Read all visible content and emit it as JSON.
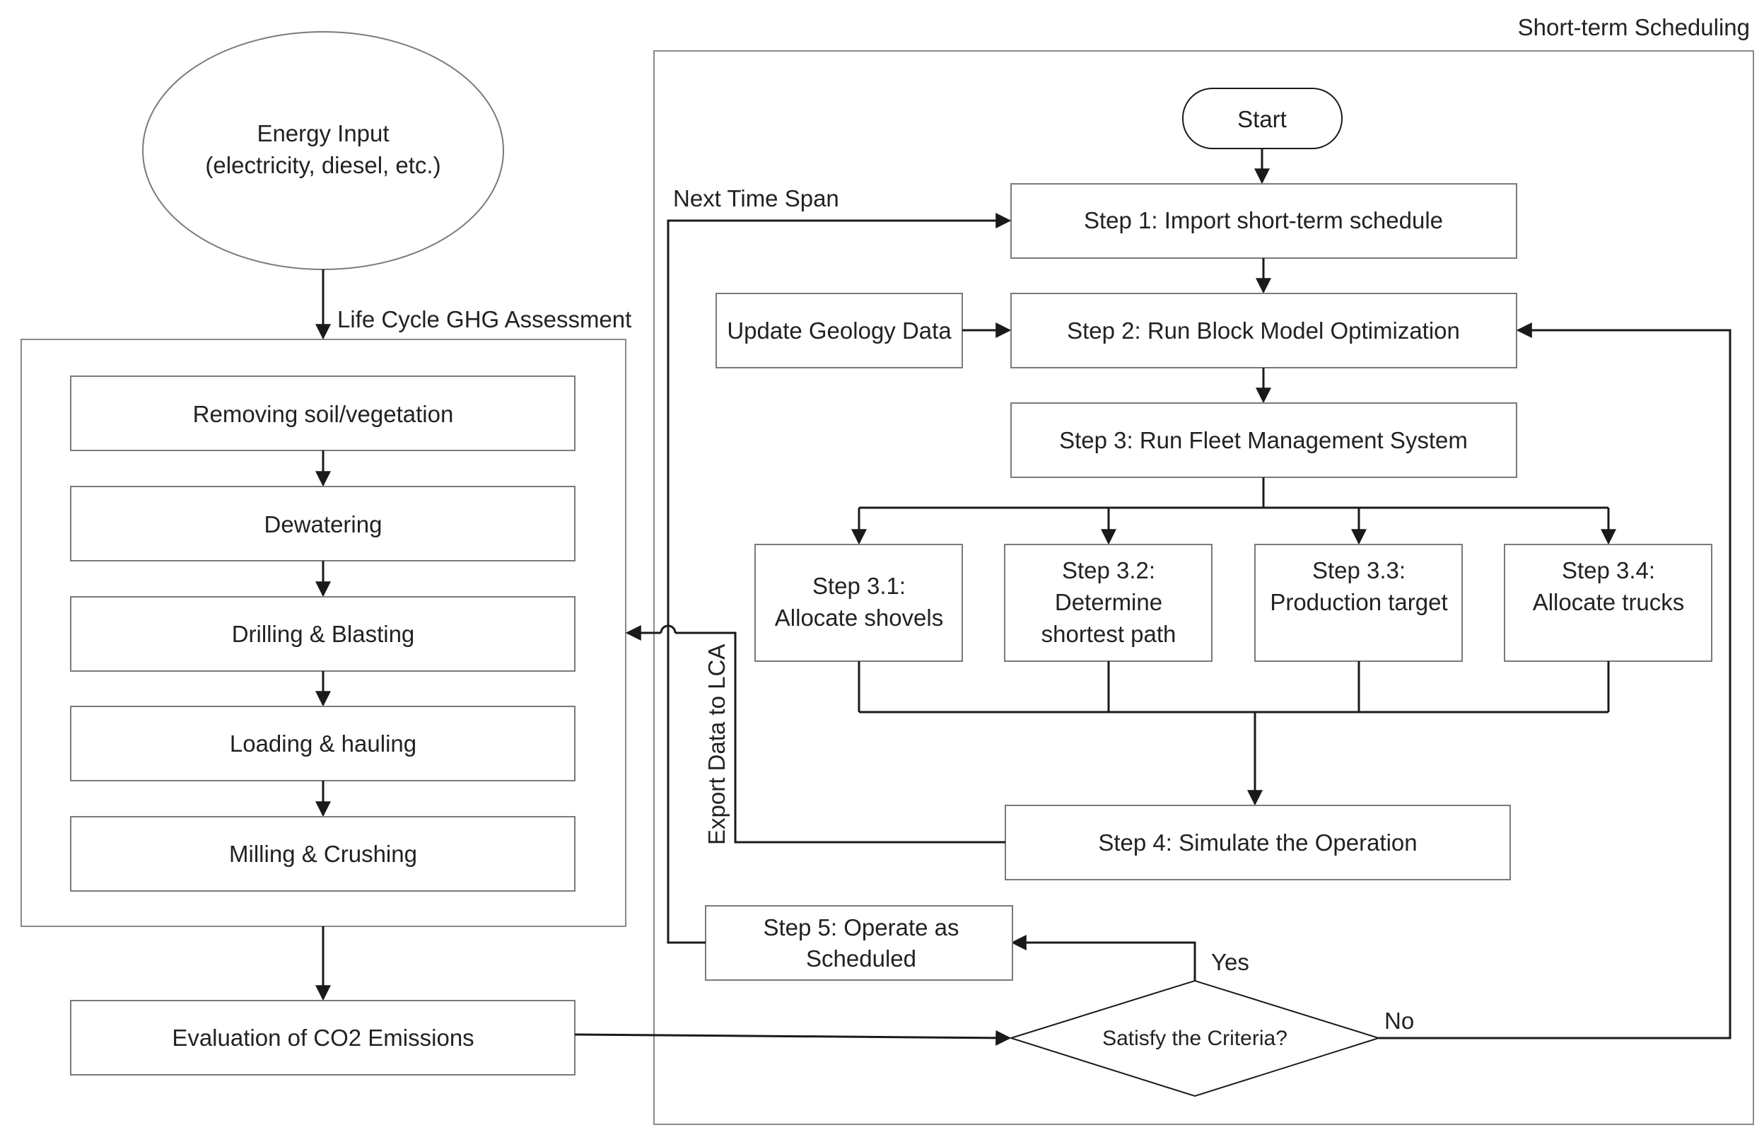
{
  "frame_title": "Short-term Scheduling",
  "energy_input": {
    "line1": "Energy Input",
    "line2": "(electricity, diesel, etc.)"
  },
  "lca_label": "Life Cycle GHG Assessment",
  "lca_steps": [
    "Removing soil/vegetation",
    "Dewatering",
    "Drilling & Blasting",
    "Loading & hauling",
    "Milling & Crushing"
  ],
  "evaluation": "Evaluation of CO2 Emissions",
  "start": "Start",
  "next_time_span": "Next Time Span",
  "step1": "Step 1: Import short-term schedule",
  "update_geology": "Update Geology Data",
  "step2": "Step 2: Run Block Model Optimization",
  "step3": "Step 3: Run Fleet Management System",
  "substeps": [
    {
      "line1": "Step 3.1:",
      "line2": "Allocate shovels",
      "line3": ""
    },
    {
      "line1": "Step 3.2:",
      "line2": "Determine",
      "line3": "shortest path"
    },
    {
      "line1": "Step 3.3:",
      "line2": "Production target",
      "line3": ""
    },
    {
      "line1": "Step 3.4:",
      "line2": "Allocate trucks",
      "line3": ""
    }
  ],
  "export_label": "Export Data to LCA",
  "step4": "Step 4: Simulate the Operation",
  "step5": {
    "line1": "Step 5: Operate as",
    "line2": "Scheduled"
  },
  "decision": "Satisfy the Criteria?",
  "yes": "Yes",
  "no": "No"
}
